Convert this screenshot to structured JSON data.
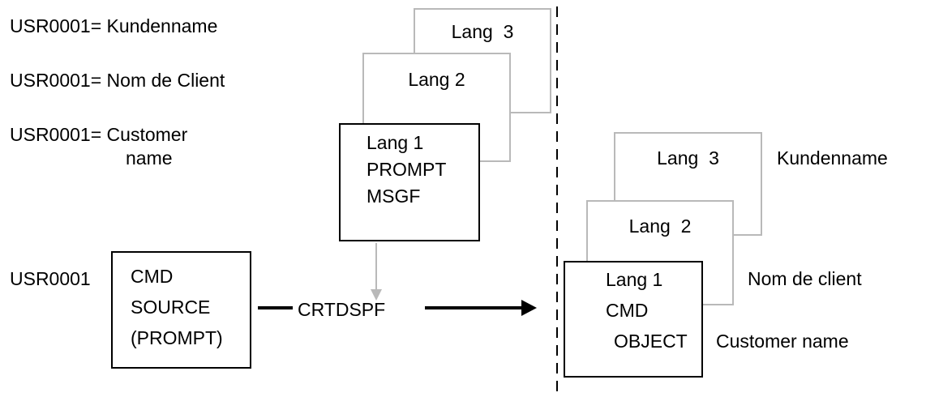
{
  "colors": {
    "stack_gray": "#b9b9b9",
    "line_black": "#000000",
    "background": "#ffffff"
  },
  "source_labels": {
    "lang3": "USR0001= Kundenname",
    "lang2": "USR0001= Nom de Client",
    "lang1_line1": "USR0001= Customer",
    "lang1_line2": "name",
    "cmd_source": "USR0001"
  },
  "source_stack": {
    "lang3": "Lang  3",
    "lang2": "Lang 2",
    "lang1": [
      "Lang 1",
      "PROMPT",
      "MSGF"
    ]
  },
  "source_box": [
    "CMD",
    "SOURCE",
    "(PROMPT)"
  ],
  "command_label": "CRTDSPF",
  "object_stack": {
    "lang3": "Lang  3",
    "lang2": "Lang  2",
    "lang1": [
      "Lang 1",
      "CMD",
      "OBJECT"
    ]
  },
  "object_labels": {
    "lang3": "Kundenname",
    "lang2": "Nom de client",
    "lang1": "Customer name"
  }
}
